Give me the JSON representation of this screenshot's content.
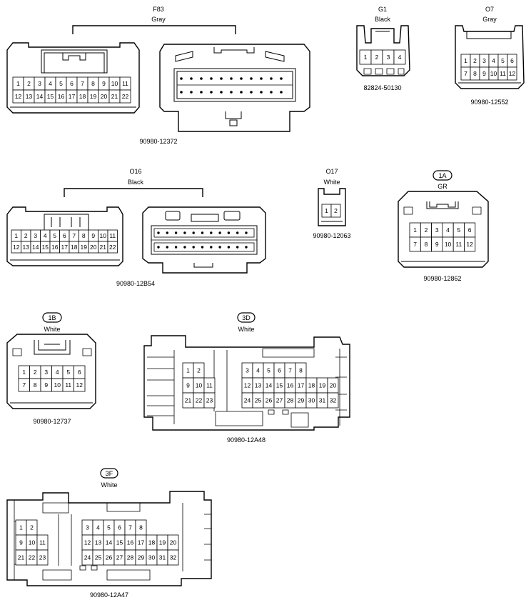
{
  "connectors": [
    {
      "id": "f83",
      "code": "F83",
      "color": "Gray",
      "part": "90980-12372",
      "rows": [
        [
          "1",
          "2",
          "3",
          "4",
          "5",
          "6",
          "7",
          "8",
          "9",
          "10",
          "11"
        ],
        [
          "12",
          "13",
          "14",
          "15",
          "16",
          "17",
          "18",
          "19",
          "20",
          "21",
          "22"
        ]
      ]
    },
    {
      "id": "g1",
      "code": "G1",
      "color": "Black",
      "part": "82824-50130",
      "rows": [
        [
          "1",
          "2",
          "3",
          "4"
        ]
      ]
    },
    {
      "id": "o7",
      "code": "O7",
      "color": "Gray",
      "part": "90980-12552",
      "rows": [
        [
          "1",
          "2",
          "3",
          "4",
          "5",
          "6"
        ],
        [
          "7",
          "8",
          "9",
          "10",
          "11",
          "12"
        ]
      ]
    },
    {
      "id": "o16",
      "code": "O16",
      "color": "Black",
      "part": "90980-12B54",
      "rows": [
        [
          "1",
          "2",
          "3",
          "4",
          "5",
          "6",
          "7",
          "8",
          "9",
          "10",
          "11"
        ],
        [
          "12",
          "13",
          "14",
          "15",
          "16",
          "17",
          "18",
          "19",
          "20",
          "21",
          "22"
        ]
      ]
    },
    {
      "id": "o17",
      "code": "O17",
      "color": "White",
      "part": "90980-12063",
      "rows": [
        [
          "1",
          "2"
        ]
      ]
    },
    {
      "id": "c1a",
      "code": "1A",
      "color": "GR",
      "part": "90980-12862",
      "rows": [
        [
          "1",
          "2",
          "3",
          "4",
          "5",
          "6"
        ],
        [
          "7",
          "8",
          "9",
          "10",
          "11",
          "12"
        ]
      ]
    },
    {
      "id": "c1b",
      "code": "1B",
      "color": "White",
      "part": "90980-12737",
      "rows": [
        [
          "1",
          "2",
          "3",
          "4",
          "5",
          "6"
        ],
        [
          "7",
          "8",
          "9",
          "10",
          "11",
          "12"
        ]
      ]
    },
    {
      "id": "c3d",
      "code": "3D",
      "color": "White",
      "part": "90980-12A48",
      "rows": [
        [
          "1",
          "2"
        ],
        [
          "9",
          "10",
          "11"
        ],
        [
          "21",
          "22",
          "23"
        ],
        [
          "3",
          "4",
          "5",
          "6",
          "7",
          "8"
        ],
        [
          "12",
          "13",
          "14",
          "15",
          "16",
          "17",
          "18",
          "19",
          "20"
        ],
        [
          "24",
          "25",
          "26",
          "27",
          "28",
          "29",
          "30",
          "31",
          "32"
        ]
      ]
    },
    {
      "id": "c3f",
      "code": "3F",
      "color": "White",
      "part": "90980-12A47",
      "rows": [
        [
          "1",
          "2"
        ],
        [
          "9",
          "10",
          "11"
        ],
        [
          "21",
          "22",
          "23"
        ],
        [
          "3",
          "4",
          "5",
          "6",
          "7",
          "8"
        ],
        [
          "12",
          "13",
          "14",
          "15",
          "16",
          "17",
          "18",
          "19",
          "20"
        ],
        [
          "24",
          "25",
          "26",
          "27",
          "28",
          "29",
          "30",
          "31",
          "32"
        ]
      ]
    }
  ]
}
